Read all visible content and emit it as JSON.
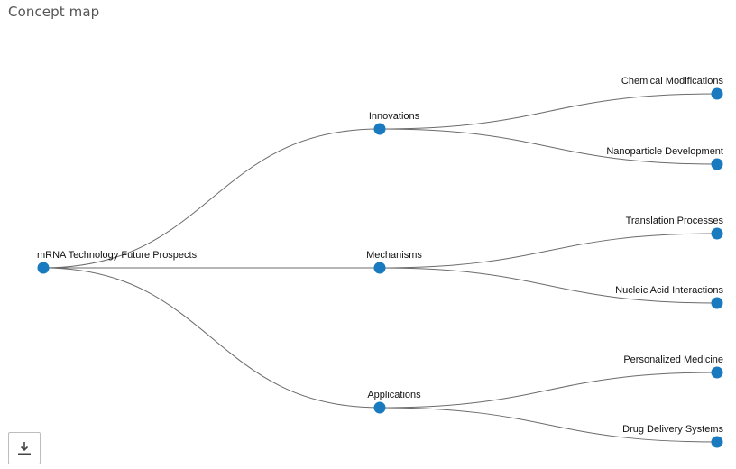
{
  "title": "Concept map",
  "map": {
    "root": {
      "id": "root",
      "label": "mRNA Technology Future Prospects"
    },
    "branches": [
      {
        "id": "innovations",
        "label": "Innovations",
        "children": [
          {
            "id": "chemical-modifications",
            "label": "Chemical Modifications"
          },
          {
            "id": "nanoparticle-development",
            "label": "Nanoparticle Development"
          }
        ]
      },
      {
        "id": "mechanisms",
        "label": "Mechanisms",
        "children": [
          {
            "id": "translation-processes",
            "label": "Translation Processes"
          },
          {
            "id": "nucleic-acid-interactions",
            "label": "Nucleic Acid Interactions"
          }
        ]
      },
      {
        "id": "applications",
        "label": "Applications",
        "children": [
          {
            "id": "personalized-medicine",
            "label": "Personalized Medicine"
          },
          {
            "id": "drug-delivery-systems",
            "label": "Drug Delivery Systems"
          }
        ]
      }
    ]
  },
  "colors": {
    "node": "#1a7abf",
    "edge": "#6b6b6b",
    "title": "#555555"
  },
  "toolbar": {
    "download_icon": "download-icon"
  }
}
